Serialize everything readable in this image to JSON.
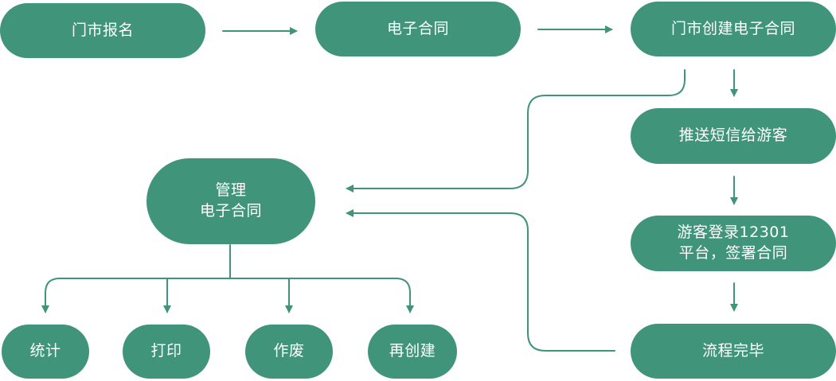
{
  "nodes": {
    "register": "门市报名",
    "e_contract": "电子合同",
    "create_contract": "门市创建电子合同",
    "push_sms": "推送短信给游客",
    "login_sign_line1": "游客登录12301",
    "login_sign_line2": "平台，签署合同",
    "complete": "流程完毕",
    "manage_line1": "管理",
    "manage_line2": "电子合同",
    "stats": "统计",
    "print": "打印",
    "void": "作废",
    "recreate": "再创建"
  },
  "colors": {
    "node_fill": "#40947a",
    "line": "#40947a",
    "text": "#ffffff"
  }
}
